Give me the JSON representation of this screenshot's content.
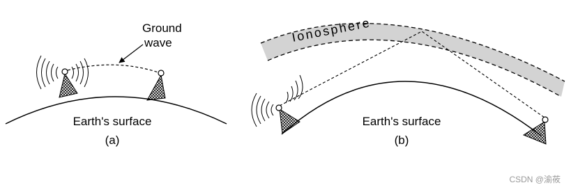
{
  "panel_a": {
    "wave_label_line1": "Ground",
    "wave_label_line2": "wave",
    "surface_label": "Earth's surface",
    "caption": "(a)"
  },
  "panel_b": {
    "layer_label": "Ionosphere",
    "surface_label": "Earth's surface",
    "caption": "(b)"
  },
  "watermark": "CSDN @渝莜",
  "colors": {
    "ink": "#000000",
    "ionosphere_fill": "#d3d3d3",
    "watermark": "#999999"
  }
}
